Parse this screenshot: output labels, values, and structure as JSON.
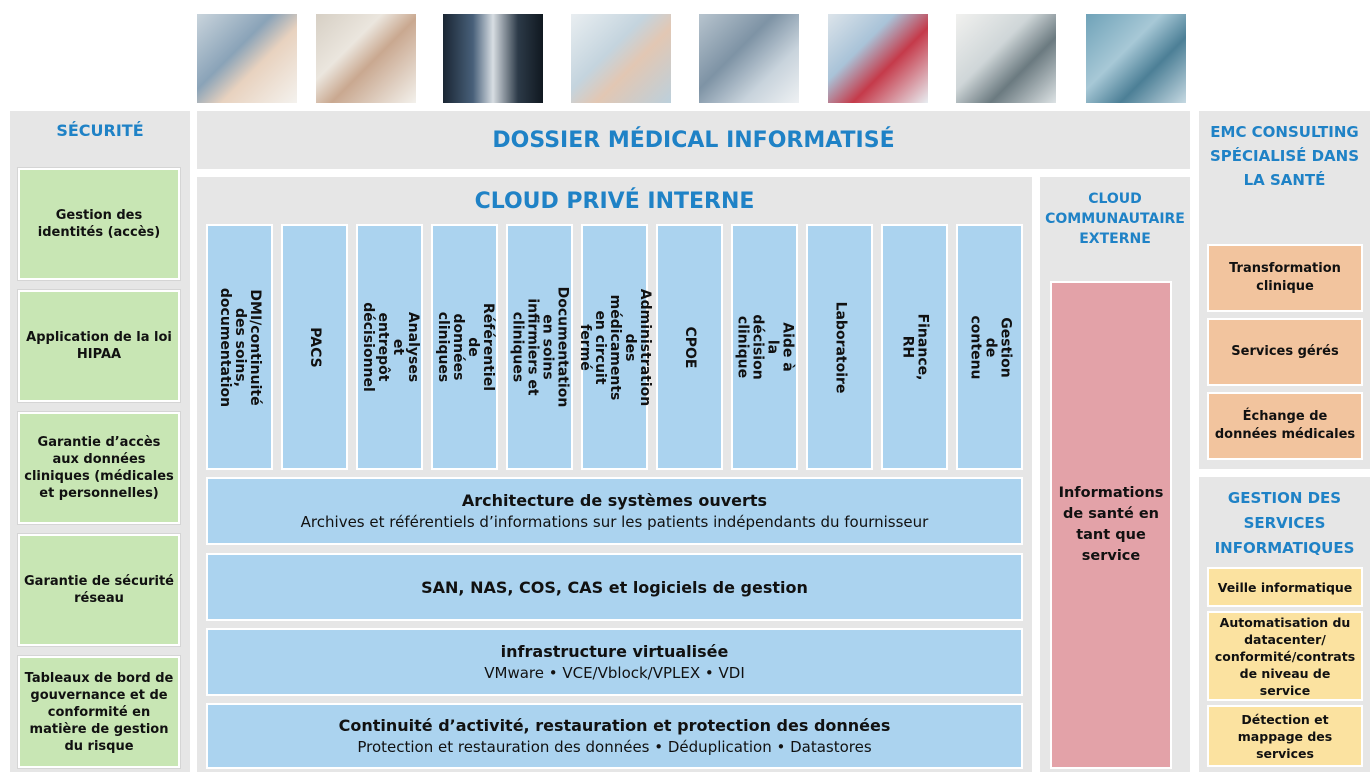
{
  "photos": [
    "photo-1",
    "photo-2",
    "photo-3",
    "photo-4",
    "photo-5",
    "photo-6",
    "photo-7",
    "photo-8"
  ],
  "security": {
    "title": "SÉCURITÉ",
    "items": [
      "Gestion des identités (accès)",
      "Application de la loi HIPAA",
      "Garantie d’accès aux données cliniques (médicales et personnelles)",
      "Garantie de sécurité réseau",
      "Tableaux de bord de gouvernance et de conformité en matière de gestion du risque"
    ]
  },
  "header": {
    "title": "DOSSIER MÉDICAL INFORMATISÉ"
  },
  "private_cloud": {
    "title": "CLOUD PRIVÉ INTERNE",
    "columns": [
      "DMI/continuité des soins, documentation",
      "PACS",
      "Analyses et entrepôt décisionnel",
      "Référentiel de données cliniques",
      "Documentation en soins infirmiers et cliniques",
      "Administration des médicaments en circuit fermé",
      "CPOE",
      "Aide à la décision clinique",
      "Laboratoire",
      "Finance, RH",
      "Gestion de contenu"
    ],
    "bars": [
      {
        "title": "Architecture de systèmes ouverts",
        "subtitle": "Archives et référentiels d’informations sur les patients indépendants du fournisseur"
      },
      {
        "title": "SAN, NAS, COS, CAS et logiciels de gestion",
        "subtitle": ""
      },
      {
        "title": "infrastructure virtualisée",
        "subtitle": "VMware • VCE/Vblock/VPLEX • VDI"
      },
      {
        "title": "Continuité d’activité, restauration et protection des données",
        "subtitle": "Protection et restauration des données • Déduplication • Datastores"
      }
    ]
  },
  "community_cloud": {
    "title": "CLOUD COMMUNAUTAIRE EXTERNE",
    "service": "Informations de santé en tant que service"
  },
  "emc": {
    "title": "EMC CONSULTING SPÉCIALISÉ DANS LA SANTÉ",
    "items": [
      "Transformation clinique",
      "Services gérés",
      "Échange de données médicales"
    ]
  },
  "it_services": {
    "title": "GESTION DES SERVICES INFORMATIQUES",
    "items": [
      "Veille informatique",
      "Automatisation du datacenter/ conformité/contrats de niveau de service",
      "Détection et mappage des services"
    ]
  },
  "colors": {
    "accent_blue": "#1f82c6",
    "panel_grey": "#e6e6e6",
    "cell_blue": "#abd3ef",
    "cell_green": "#c8e6b4",
    "cell_orange": "#f2c49e",
    "cell_yellow": "#fbe2a0",
    "cell_pink": "#e3a2a8"
  }
}
